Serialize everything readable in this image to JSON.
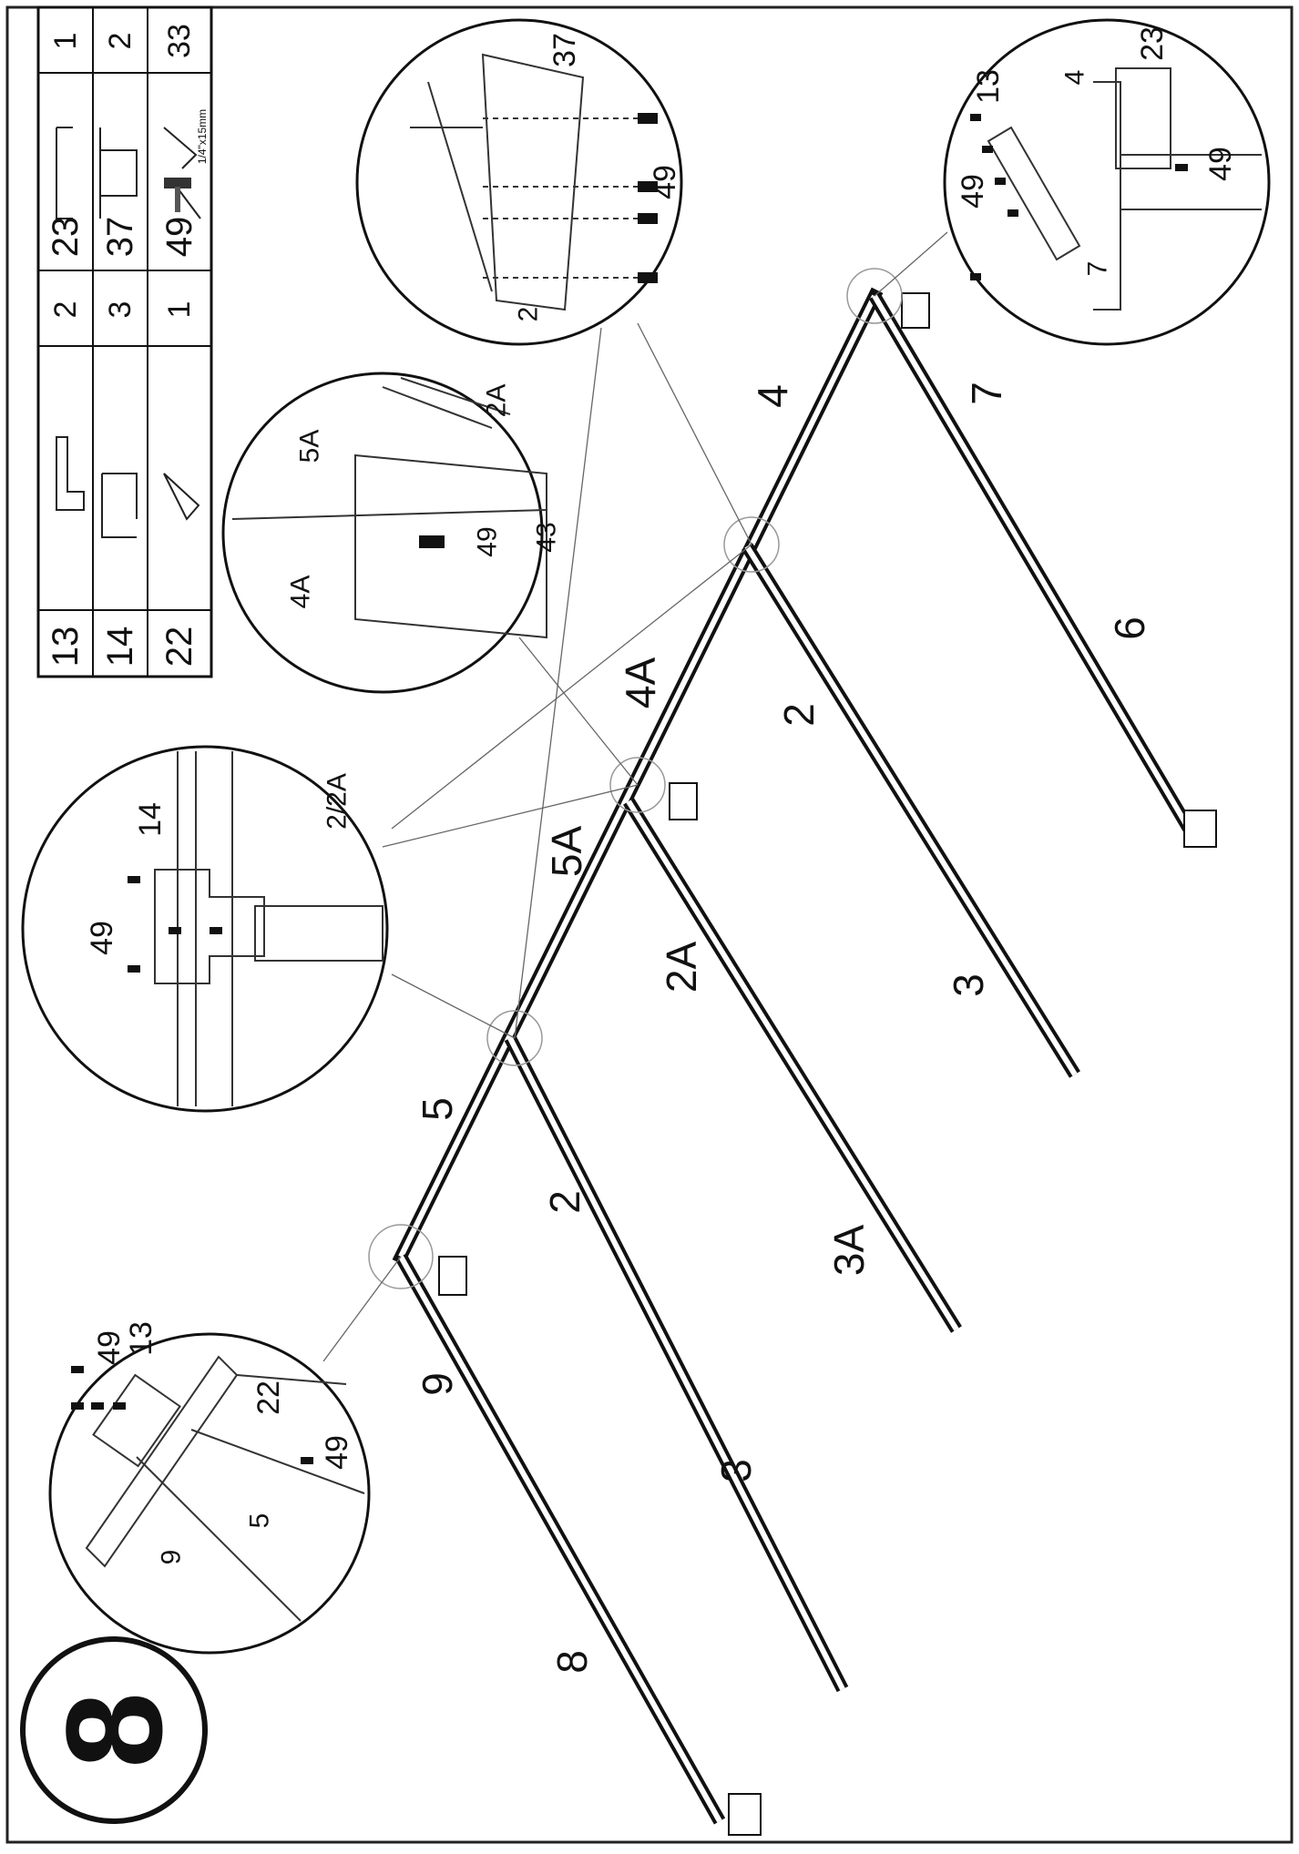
{
  "step": {
    "number": "8"
  },
  "parts_table": {
    "rows": [
      [
        "13",
        "2",
        "23",
        "1"
      ],
      [
        "14",
        "3",
        "37",
        "2"
      ],
      [
        "22",
        "1",
        "49",
        "33"
      ]
    ],
    "screw_spec": "1/4\"x15mm"
  },
  "frame_labels": {
    "l_9": "9",
    "l_5_top": "5",
    "l_5A": "5A",
    "l_4A": "4A",
    "l_4": "4",
    "l_8": "8",
    "l_3_left": "3",
    "l_2_left": "2",
    "l_3A": "3A",
    "l_2A": "2A",
    "l_3_right": "3",
    "l_2_right": "2",
    "l_7": "7",
    "l_6": "6"
  },
  "callouts": {
    "c1": {
      "a": "49",
      "b": "13",
      "c": "22",
      "d": "49",
      "e": "5",
      "f": "9"
    },
    "c2": {
      "a": "14",
      "b": "49",
      "c": "2/2A"
    },
    "c3": {
      "a": "5A",
      "b": "2A",
      "c": "4A",
      "d": "49",
      "e": "43"
    },
    "c4": {
      "a": "37",
      "b": "49",
      "c": "2"
    },
    "c5": {
      "a": "23",
      "b": "4",
      "c": "13",
      "d": "49",
      "e": "49",
      "f": "7"
    }
  }
}
